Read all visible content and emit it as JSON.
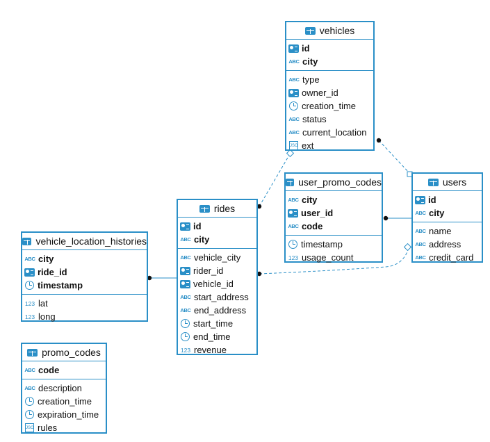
{
  "tables": [
    {
      "name": "vehicles",
      "pk": [
        {
          "name": "id",
          "icon": "id"
        },
        {
          "name": "city",
          "icon": "abc"
        }
      ],
      "cols": [
        {
          "name": "type",
          "icon": "abc"
        },
        {
          "name": "owner_id",
          "icon": "id"
        },
        {
          "name": "creation_time",
          "icon": "time"
        },
        {
          "name": "status",
          "icon": "abc"
        },
        {
          "name": "current_location",
          "icon": "abc"
        },
        {
          "name": "ext",
          "icon": "json"
        }
      ]
    },
    {
      "name": "user_promo_codes",
      "pk": [
        {
          "name": "city",
          "icon": "abc"
        },
        {
          "name": "user_id",
          "icon": "id"
        },
        {
          "name": "code",
          "icon": "abc"
        }
      ],
      "cols": [
        {
          "name": "timestamp",
          "icon": "time"
        },
        {
          "name": "usage_count",
          "icon": "num"
        }
      ]
    },
    {
      "name": "users",
      "pk": [
        {
          "name": "id",
          "icon": "id"
        },
        {
          "name": "city",
          "icon": "abc"
        }
      ],
      "cols": [
        {
          "name": "name",
          "icon": "abc"
        },
        {
          "name": "address",
          "icon": "abc"
        },
        {
          "name": "credit_card",
          "icon": "abc"
        }
      ]
    },
    {
      "name": "rides",
      "pk": [
        {
          "name": "id",
          "icon": "id"
        },
        {
          "name": "city",
          "icon": "abc"
        }
      ],
      "cols": [
        {
          "name": "vehicle_city",
          "icon": "abc"
        },
        {
          "name": "rider_id",
          "icon": "id"
        },
        {
          "name": "vehicle_id",
          "icon": "id"
        },
        {
          "name": "start_address",
          "icon": "abc"
        },
        {
          "name": "end_address",
          "icon": "abc"
        },
        {
          "name": "start_time",
          "icon": "time"
        },
        {
          "name": "end_time",
          "icon": "time"
        },
        {
          "name": "revenue",
          "icon": "num"
        }
      ]
    },
    {
      "name": "vehicle_location_histories",
      "pk": [
        {
          "name": "city",
          "icon": "abc"
        },
        {
          "name": "ride_id",
          "icon": "id"
        },
        {
          "name": "timestamp",
          "icon": "time"
        }
      ],
      "cols": [
        {
          "name": "lat",
          "icon": "num"
        },
        {
          "name": "long",
          "icon": "num"
        }
      ]
    },
    {
      "name": "promo_codes",
      "pk": [
        {
          "name": "code",
          "icon": "abc"
        }
      ],
      "cols": [
        {
          "name": "description",
          "icon": "abc"
        },
        {
          "name": "creation_time",
          "icon": "time"
        },
        {
          "name": "expiration_time",
          "icon": "time"
        },
        {
          "name": "rules",
          "icon": "json"
        }
      ]
    }
  ],
  "icon_labels": {
    "abc": "ABC",
    "num": "123",
    "json": "JSON"
  },
  "colors": {
    "accent": "#2a8fc7",
    "text": "#111111",
    "link": "#2a8fc7"
  }
}
